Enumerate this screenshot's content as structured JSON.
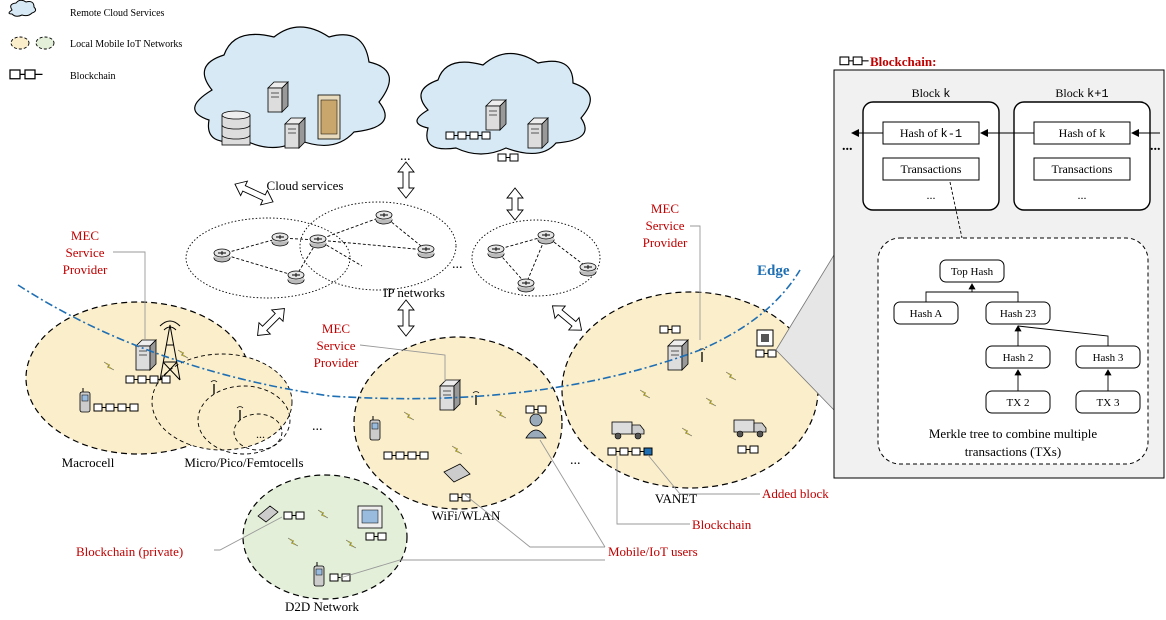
{
  "legend": {
    "cloud": "Remote Cloud Services",
    "local": "Local Mobile IoT Networks",
    "chain": "Blockchain"
  },
  "labels": {
    "cloud_services": "Cloud services",
    "ip_networks": "IP networks",
    "edge": "Edge",
    "macrocell": "Macrocell",
    "micro": "Micro/Pico/Femtocells",
    "wifi": "WiFi/WLAN",
    "vanet": "VANET",
    "d2d": "D2D Network",
    "ellipsis": "...",
    "mec_line1": "MEC",
    "mec_line2": "Service",
    "mec_line3": "Provider"
  },
  "callouts": {
    "added_block": "Added block",
    "blockchain": "Blockchain",
    "blockchain_private": "Blockchain (private)",
    "mobile_users": "Mobile/IoT users"
  },
  "panel": {
    "title": "Blockchain:",
    "block_k_prefix": "Block ",
    "block_k_var": "k",
    "block_k1_var": "k+1",
    "hash_prefix": "Hash of ",
    "hash_k_minus": "k-1",
    "hash_k": "k",
    "transactions": "Transactions",
    "dots": "...",
    "top_hash": "Top Hash",
    "hash_a": "Hash A",
    "hash_23": "Hash 23",
    "hash_2": "Hash 2",
    "hash_3": "Hash 3",
    "tx2": "TX 2",
    "tx3": "TX 3",
    "merkle_line1": "Merkle tree to combine multiple",
    "merkle_line2": "transactions (TXs)"
  },
  "colors": {
    "mec_red": "#c00000",
    "edge_blue": "#1f6fb4",
    "cloud_fill": "#d6e9f4",
    "local_fill": "#fbeecb",
    "d2d_fill": "#e3efd9",
    "panel_fill": "#f1f1f1",
    "added_block_fill": "#1f6fb4"
  }
}
